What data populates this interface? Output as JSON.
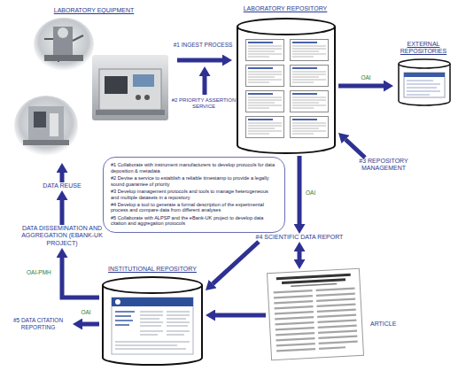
{
  "diagram": {
    "nodes": [
      {
        "text": [
          "LABORATORY EQUIPMENT"
        ]
      },
      {
        "text": [
          "LABORATORY REPOSITORY"
        ]
      },
      {
        "text": [
          "EXTERNAL REPOSITORIES"
        ]
      },
      {
        "text": [
          "#1 Collaborate with instrument manufacturers to develop protocols for data deposition & metadata",
          "#2 Devise a service to establish a reliable timestamp to provide a legally sound guarantee of priority",
          "#3 Develop management protocols and tools to manage heterogeneous and multiple datasets in a repository",
          "#4 Develop a tool to generate a formal description of the experimental process and compare data from different analyses",
          "#5 Collaborate with ALPSP and the eBank-UK project to develop data citation and aggregation protocols"
        ]
      },
      {
        "text": [
          "#3 REPOSITORY MANAGEMENT"
        ]
      },
      {
        "text": [
          "#4 SCIENTIFIC DATA REPORT"
        ]
      },
      {
        "text": [
          "ARTICLE"
        ]
      },
      {
        "text": [
          "INSTITUTIONAL REPOSITORY"
        ]
      },
      {
        "text": [
          "#5 DATA CITATION REPORTING"
        ]
      },
      {
        "text": [
          "DATA DISSEMINATION AND AGGREGATION (EBANK-UK PROJECT)"
        ]
      },
      {
        "text": [
          "DATA REUSE"
        ]
      }
    ],
    "edges": [
      {
        "from": 0,
        "to": 1,
        "arrow": "to",
        "label": "#1 INGEST PROCESS"
      },
      {
        "from": 1,
        "to": 2,
        "arrow": "to",
        "label": "OAI"
      },
      {
        "from": 4,
        "to": 1,
        "arrow": "to"
      },
      {
        "from": 1,
        "to": 5,
        "arrow": "to",
        "label": "OAI"
      },
      {
        "from": 5,
        "to": 6,
        "arrow": "both"
      },
      {
        "from": 5,
        "to": 7,
        "arrow": "to"
      },
      {
        "from": 6,
        "to": 7,
        "arrow": "to"
      },
      {
        "from": 7,
        "to": 8,
        "arrow": "to",
        "label": "OAI"
      },
      {
        "from": 7,
        "to": 9,
        "arrow": "to",
        "label": "OAI-PMH"
      },
      {
        "from": 9,
        "to": 10,
        "arrow": "to"
      },
      {
        "from": 10,
        "to": 0,
        "arrow": "to"
      }
    ],
    "labels": [
      "#2 PRIORITY ASSERTION SERVICE"
    ]
  }
}
